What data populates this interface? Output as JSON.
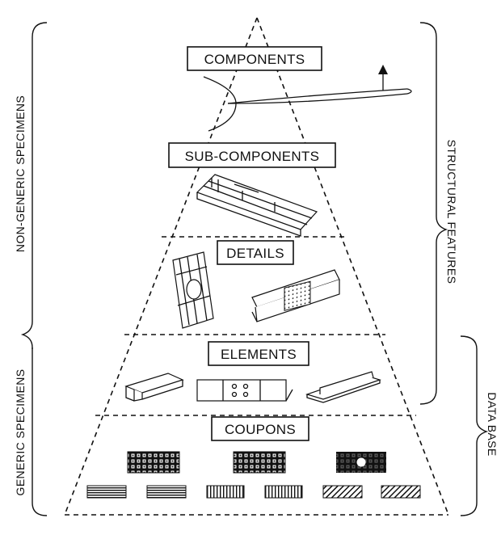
{
  "levels": {
    "components": "COMPONENTS",
    "sub_components": "SUB-COMPONENTS",
    "details": "DETAILS",
    "elements": "ELEMENTS",
    "coupons": "COUPONS"
  },
  "side_labels": {
    "non_generic": "NON-GENERIC SPECIMENS",
    "generic": "GENERIC SPECIMENS",
    "structural": "STRUCTURAL FEATURES",
    "data_base": "DATA BASE"
  }
}
